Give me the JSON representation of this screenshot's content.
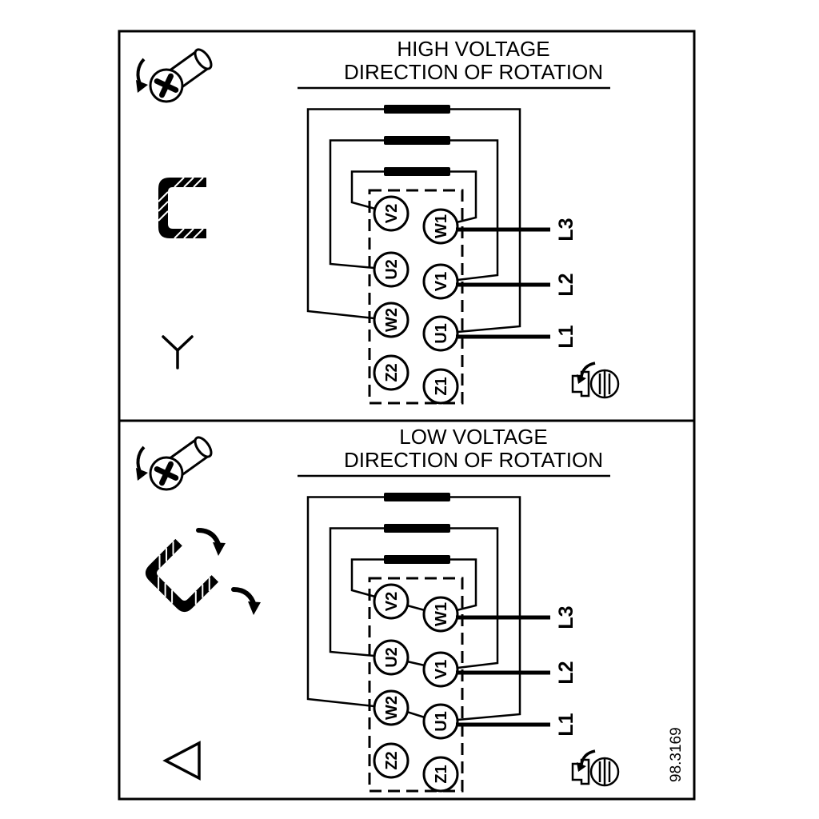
{
  "figure": {
    "ref_number": "98.3169"
  },
  "colors": {
    "ink": "#000000",
    "paper": "#ffffff"
  },
  "panels": [
    {
      "id": "high-voltage",
      "title_line1": "HIGH VOLTAGE",
      "title_line2": "DIRECTION OF ROTATION",
      "connection_type": "star",
      "terminals_left": [
        "V2",
        "U2",
        "W2",
        "Z2"
      ],
      "terminals_right": [
        "W1",
        "V1",
        "U1",
        "Z1"
      ],
      "supply_lines": [
        "L3",
        "L2",
        "L1"
      ],
      "icons": [
        "screw-rotation-icon",
        "terminal-link-icon",
        "star-symbol",
        "motor-rotation-icon"
      ]
    },
    {
      "id": "low-voltage",
      "title_line1": "LOW VOLTAGE",
      "title_line2": "DIRECTION OF ROTATION",
      "connection_type": "delta",
      "terminals_left": [
        "V2",
        "U2",
        "W2",
        "Z2"
      ],
      "terminals_right": [
        "W1",
        "V1",
        "U1",
        "Z1"
      ],
      "supply_lines": [
        "L3",
        "L2",
        "L1"
      ],
      "icons": [
        "screw-rotation-icon",
        "terminal-link-icon-rotated",
        "delta-symbol",
        "motor-rotation-icon"
      ]
    }
  ]
}
